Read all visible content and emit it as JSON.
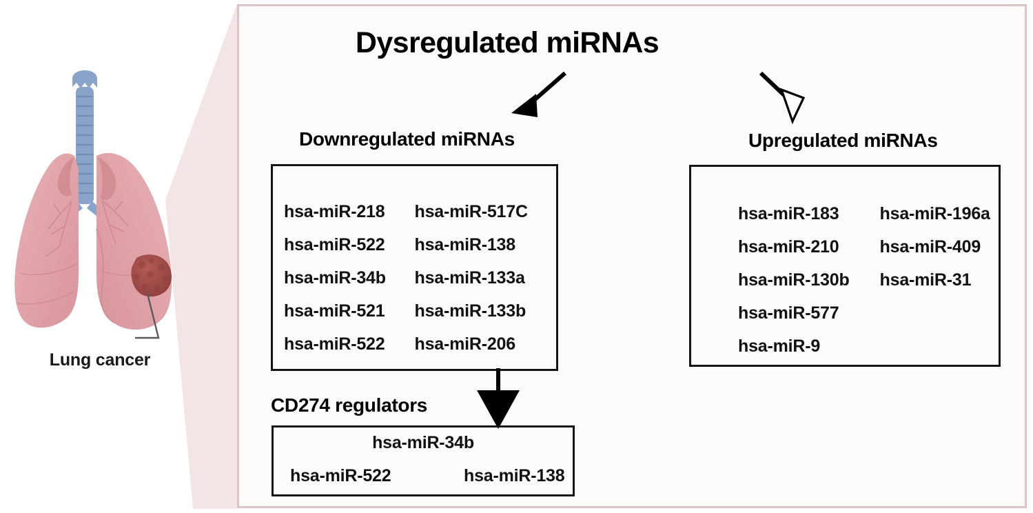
{
  "figure": {
    "title": "Dysregulated miRNAs",
    "left_illustration": {
      "caption": "Lung cancer",
      "organ": "lungs",
      "lesion": "tumor-nodule",
      "colors": {
        "lung": "#e3a7ab",
        "lung_dark": "#d08d93",
        "trachea": "#7f9bc4",
        "tumor": "#a84b47",
        "leader_line": "#555555"
      }
    },
    "panel": {
      "background": "#fdfbfa",
      "border_color": "#dcc3c6",
      "callout_color": "#f3e4e5"
    },
    "arrows": {
      "to_downregulated": {
        "style": "filled",
        "color": "#000000"
      },
      "to_upregulated": {
        "style": "hollow",
        "color": "#000000"
      },
      "downregulated_to_cd274": {
        "style": "filled",
        "color": "#000000"
      }
    },
    "columns": [
      {
        "id": "downregulated",
        "heading": "Downregulated miRNAs",
        "items": [
          "hsa-miR-218",
          "hsa-miR-517C",
          "hsa-miR-522",
          "hsa-miR-138",
          "hsa-miR-34b",
          "hsa-miR-133a",
          "hsa-miR-521",
          "hsa-miR-133b",
          "hsa-miR-522",
          "hsa-miR-206"
        ]
      },
      {
        "id": "upregulated",
        "heading": "Upregulated miRNAs",
        "items": [
          "hsa-miR-183",
          "hsa-miR-196a",
          "hsa-miR-210",
          "hsa-miR-409",
          "hsa-miR-130b",
          "hsa-miR-31",
          "hsa-miR-577",
          "",
          "hsa-miR-9",
          ""
        ]
      }
    ],
    "cd274": {
      "heading": "CD274 regulators",
      "items": [
        "hsa-miR-34b",
        "hsa-miR-522",
        "hsa-miR-138"
      ]
    }
  }
}
